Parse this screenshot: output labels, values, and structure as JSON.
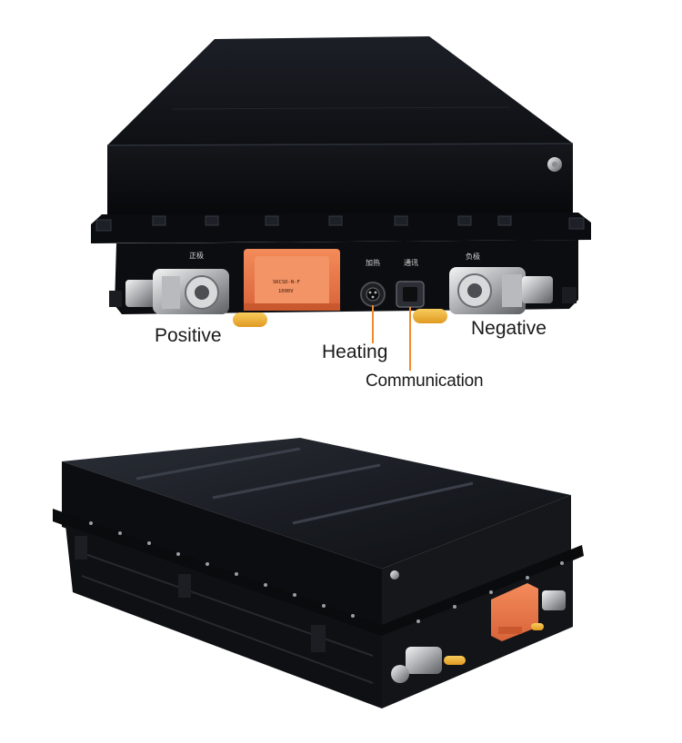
{
  "labels": {
    "positive": "Positive",
    "negative": "Negative",
    "heating": "Heating",
    "communication": "Communication"
  },
  "panel_markings": {
    "positive": "正极",
    "heating": "加热",
    "communication": "通讯",
    "negative": "负极"
  },
  "colors": {
    "battery_body": "#121419",
    "connector_orange": "#ee7a4a",
    "cap_yellow": "#f2b53a",
    "leader_line": "#f28a2a",
    "label_text": "#1a1a1a"
  }
}
